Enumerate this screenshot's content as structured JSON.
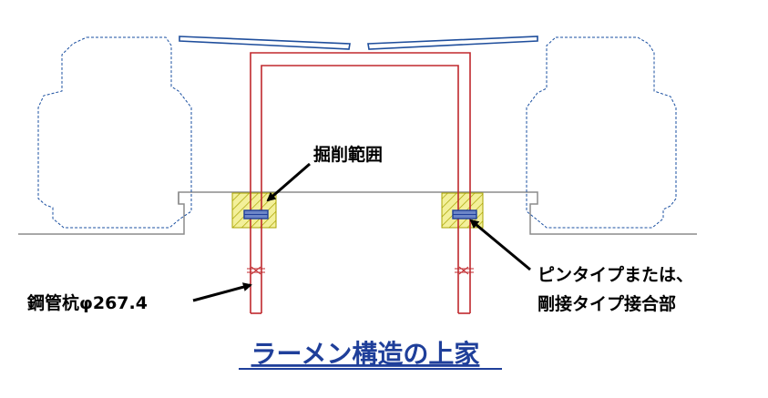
{
  "labels": {
    "excavation_range": "掘削範囲",
    "steel_pipe_pile": "鋼管杭φ267.4",
    "joint_type_line1": "ピンタイプまたは、",
    "joint_type_line2": "剛接タイプ接合部"
  },
  "caption": "ラーメン構造の上家",
  "colors": {
    "frame": "#c0282d",
    "roof": "#1f4e9c",
    "train_outline": "#1a4fa0",
    "ground": "#8c8c8c",
    "hatch_fill": "#f3f09a",
    "hatch_stroke": "#a8a300",
    "caption": "#1f3f9a",
    "text": "#000000"
  }
}
